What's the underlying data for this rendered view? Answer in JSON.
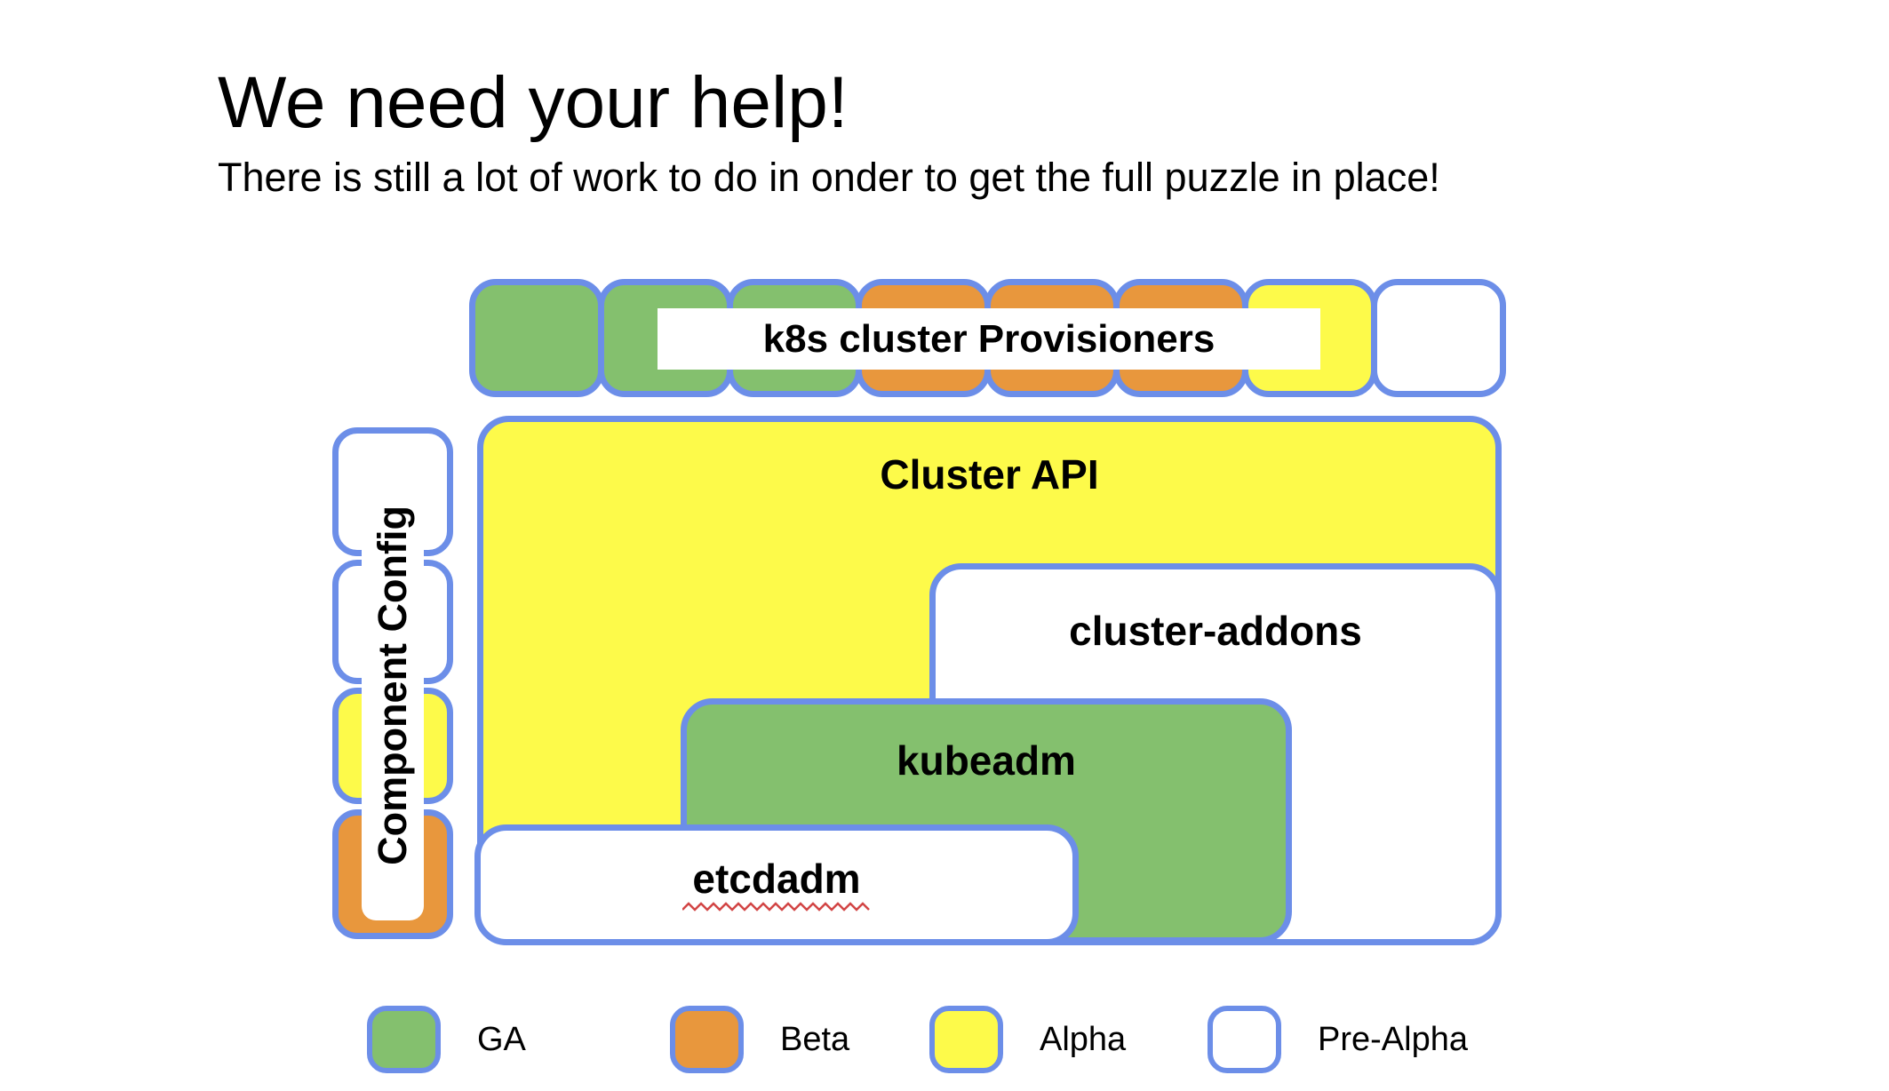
{
  "page": {
    "title": "We need your help!",
    "subtitle": "There is still a lot of work to do in onder to get the full puzzle in place!"
  },
  "colors": {
    "border_blue": "#6C8EE8",
    "squiggle_red": "#D24545",
    "background": "#FFFFFF"
  },
  "status_colors": {
    "GA": "#84C06E",
    "Beta": "#E8973D",
    "Alpha": "#FDFA4A",
    "Pre-Alpha": "#FFFFFF"
  },
  "diagram": {
    "provisioners": {
      "label": "k8s cluster Provisioners",
      "pieces": [
        "GA",
        "GA",
        "GA",
        "Beta",
        "Beta",
        "Beta",
        "Alpha",
        "Pre-Alpha"
      ]
    },
    "blocks": [
      {
        "id": "cluster-api",
        "label": "Cluster API",
        "status": "Alpha"
      },
      {
        "id": "cluster-addons",
        "label": "cluster-addons",
        "status": "Pre-Alpha"
      },
      {
        "id": "kubeadm",
        "label": "kubeadm",
        "status": "GA"
      },
      {
        "id": "etcdadm",
        "label": "etcdadm",
        "status": "Pre-Alpha",
        "spellcheck_underline": true
      }
    ],
    "component_config": {
      "label": "Component Config",
      "segments": [
        "Pre-Alpha",
        "Pre-Alpha",
        "Alpha",
        "Beta"
      ]
    }
  },
  "legend": {
    "items": [
      {
        "label": "GA",
        "status": "GA"
      },
      {
        "label": "Beta",
        "status": "Beta"
      },
      {
        "label": "Alpha",
        "status": "Alpha"
      },
      {
        "label": "Pre-Alpha",
        "status": "Pre-Alpha"
      }
    ]
  }
}
